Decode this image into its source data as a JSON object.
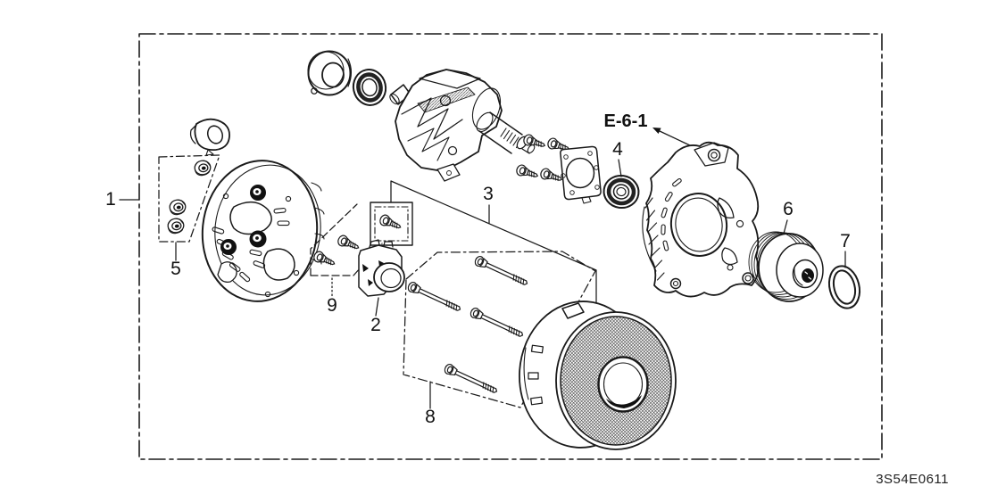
{
  "callouts": {
    "c1": "1",
    "c2": "2",
    "c3": "3",
    "c4": "4",
    "c5": "5",
    "c6": "6",
    "c7": "7",
    "c8": "8",
    "c9": "9"
  },
  "reference": {
    "label": "E-6-1"
  },
  "footer": {
    "diagram_code": "3S54E0611"
  },
  "colors": {
    "line_color": "#1a1a1a",
    "background": "#ffffff"
  }
}
